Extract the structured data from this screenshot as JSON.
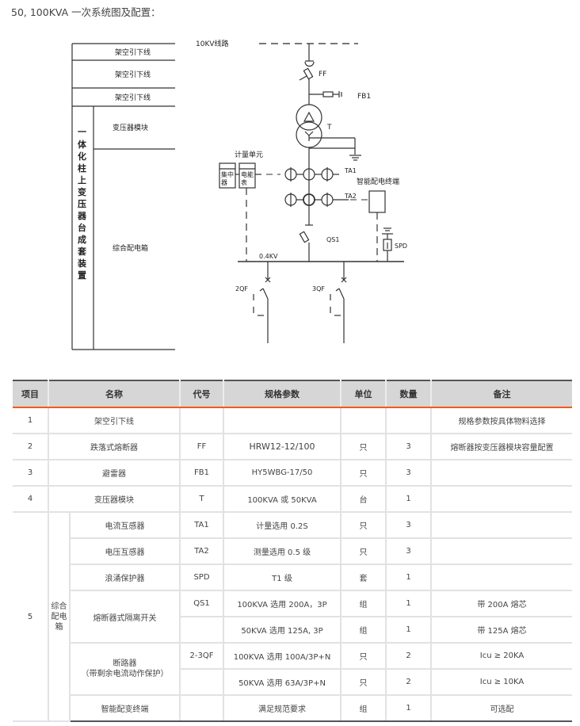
{
  "title": "50, 100KVA 一次系统图及配置：",
  "diagram": {
    "left_labels": {
      "rows": [
        "架空引下线",
        "架空引下线",
        "架空引下线",
        "变压器模块",
        "综合配电箱"
      ],
      "vertical_title": [
        "一",
        "体",
        "化",
        "柱",
        "上",
        "变",
        "压",
        "器",
        "台",
        "成",
        "套",
        "装",
        "置"
      ]
    },
    "line_label": "10KV线路",
    "ff": "FF",
    "fb1": "FB1",
    "t": "T",
    "metering_unit": "计量单元",
    "concentrator": [
      "集中",
      "器"
    ],
    "meter": [
      "电能",
      "表"
    ],
    "ta1": "TA1",
    "ta2": "TA2",
    "smart_terminal": "智能配电终端",
    "qs1": "QS1",
    "spd": "SPD",
    "bus_voltage": "0.4KV",
    "qf2": "2QF",
    "qf3": "3QF"
  },
  "table": {
    "headers": [
      "项目",
      "名称",
      "代号",
      "规格参数",
      "单位",
      "数量",
      "备注"
    ],
    "rows": [
      {
        "item": "1",
        "name": "架空引下线",
        "code": "",
        "spec": "",
        "unit": "",
        "qty": "",
        "note": "规格参数按具体物料选择"
      },
      {
        "item": "2",
        "name": "跌落式熔断器",
        "code": "FF",
        "spec": "HRW12-12/100",
        "unit": "只",
        "qty": "3",
        "note": "熔断器按变压器模块容量配置"
      },
      {
        "item": "3",
        "name": "避雷器",
        "code": "FB1",
        "spec": "HY5WBG-17/50",
        "unit": "只",
        "qty": "3",
        "note": ""
      },
      {
        "item": "4",
        "name": "变压器模块",
        "code": "T",
        "spec": "100KVA 或 50KVA",
        "unit": "台",
        "qty": "1",
        "note": ""
      }
    ],
    "group5": {
      "item": "5",
      "group_name": [
        "综合",
        "配电",
        "箱"
      ],
      "rows": [
        {
          "name": "电流互感器",
          "code": "TA1",
          "spec": "计量选用 0.2S",
          "unit": "只",
          "qty": "3",
          "note": ""
        },
        {
          "name": "电压互感器",
          "code": "TA2",
          "spec": "测量选用 0.5 级",
          "unit": "只",
          "qty": "3",
          "note": ""
        },
        {
          "name": "浪涌保护器",
          "code": "SPD",
          "spec": "T1 级",
          "unit": "套",
          "qty": "1",
          "note": ""
        },
        {
          "name": "熔断器式隔离开关",
          "code": "QS1",
          "spec": "100KVA 选用 200A，3P",
          "unit": "组",
          "qty": "1",
          "note": "带 200A 熔芯"
        },
        {
          "spec": "50KVA 选用 125A, 3P",
          "unit": "组",
          "qty": "1",
          "note": "带 125A 熔芯"
        },
        {
          "name_line1": "断路器",
          "name_line2": "（带剩余电流动作保护）",
          "code": "2-3QF",
          "spec": "100KVA 选用 100A/3P+N",
          "unit": "只",
          "qty": "2",
          "note": "Icu ≥ 20KA"
        },
        {
          "spec": "50KVA 选用 63A/3P+N",
          "unit": "只",
          "qty": "2",
          "note": "Icu ≥ 10KA"
        },
        {
          "name": "智能配变终端",
          "code": "",
          "spec": "满足规范要求",
          "unit": "组",
          "qty": "1",
          "note": "可选配"
        }
      ]
    }
  },
  "colors": {
    "header_bg": "#d6d6d6",
    "accent": "#f25a1d",
    "line": "#333333"
  }
}
